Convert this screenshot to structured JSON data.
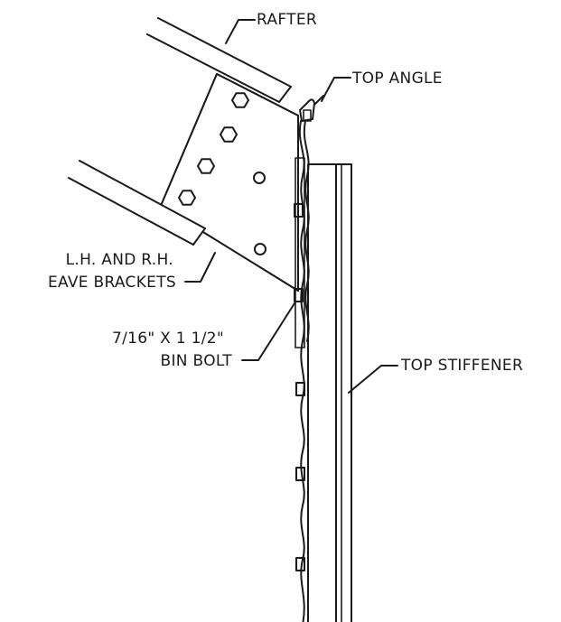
{
  "labels": {
    "rafter": "RAFTER",
    "top_angle": "TOP ANGLE",
    "eave_brackets_line1": "L.H. AND R.H.",
    "eave_brackets_line2": "EAVE BRACKETS",
    "bin_bolt_line1": "7/16\" X 1 1/2\"",
    "bin_bolt_line2": "BIN BOLT",
    "top_stiffener": "TOP STIFFENER"
  }
}
